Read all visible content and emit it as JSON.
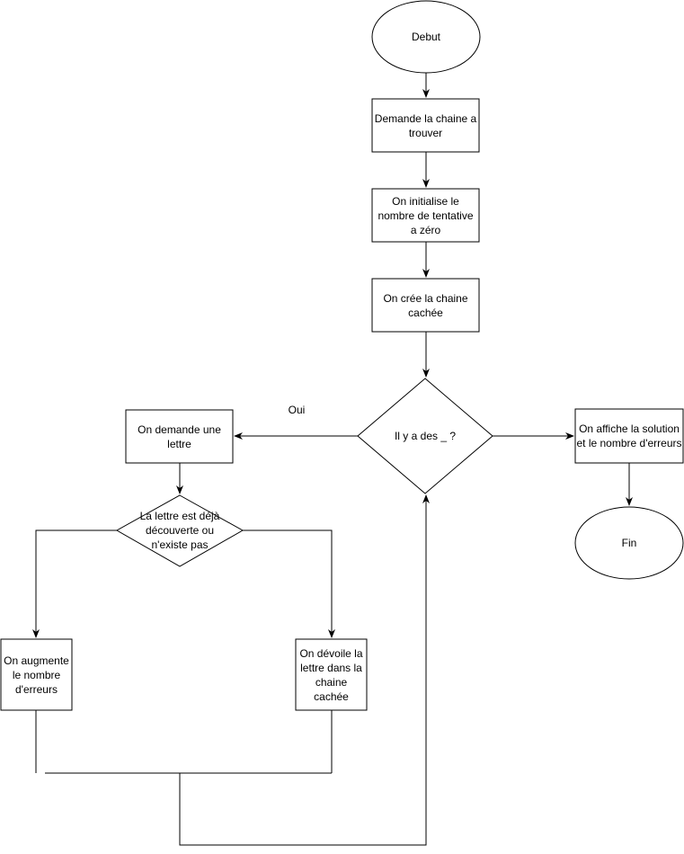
{
  "nodes": {
    "debut": "Debut",
    "demande_chaine": "Demande la chaine a trouver",
    "init_tentative": "On initialise le nombre de tentative a zéro",
    "cree_chaine": "On crée la chaine cachée",
    "decision_underscore": "Il y a des _ ?",
    "demande_lettre": "On demande une lettre",
    "decision_lettre": "La lettre est déjà découverte ou n'existe pas",
    "augmente_erreurs": "On augmente le nombre d'erreurs",
    "devoile_lettre": "On dévoile la lettre dans la chaine cachée",
    "affiche_solution": "On affiche la solution et le nombre d'erreurs",
    "fin": "Fin"
  },
  "edge_labels": {
    "oui": "Oui"
  }
}
